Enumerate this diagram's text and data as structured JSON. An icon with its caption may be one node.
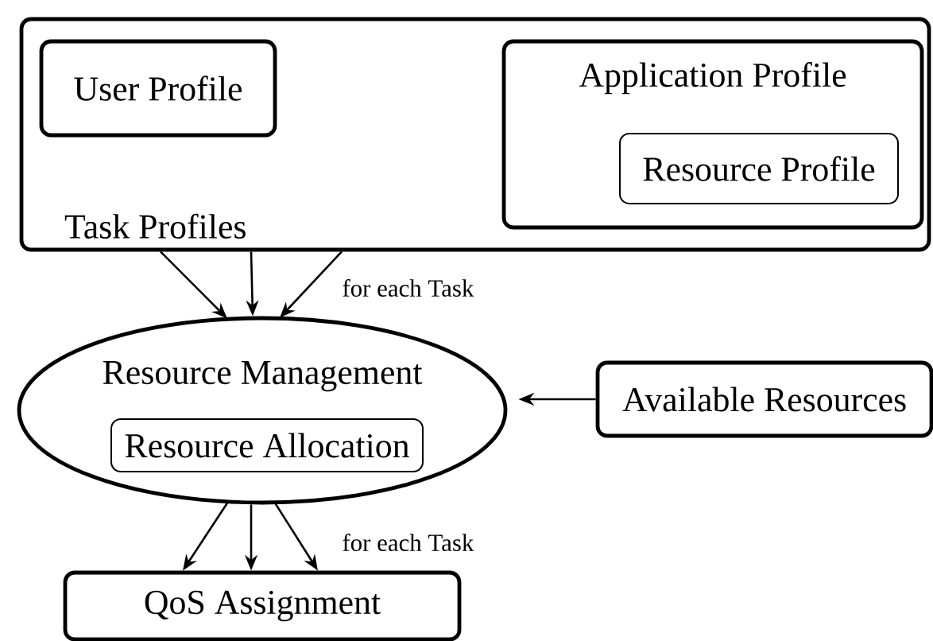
{
  "diagram": {
    "nodes": [
      {
        "text": [
          "Task Profiles"
        ]
      },
      {
        "text": [
          "User Profile"
        ],
        "in": 0
      },
      {
        "text": [
          "Application Profile"
        ],
        "in": 0
      },
      {
        "text": [
          "Resource Profile"
        ],
        "in": 2
      },
      {
        "text": [
          "Resource Management"
        ]
      },
      {
        "text": [
          "Resource Allocation"
        ],
        "in": 4
      },
      {
        "text": [
          "Available Resources"
        ]
      },
      {
        "text": [
          "QoS Assignment"
        ]
      }
    ],
    "edges": [
      {
        "from": 0,
        "to": 4,
        "arrow": "to"
      },
      {
        "from": 0,
        "to": 4,
        "arrow": "to"
      },
      {
        "from": 0,
        "to": 4,
        "arrow": "to",
        "label": "for each Task"
      },
      {
        "from": 6,
        "to": 4,
        "arrow": "to"
      },
      {
        "from": 4,
        "to": 7,
        "arrow": "to"
      },
      {
        "from": 4,
        "to": 7,
        "arrow": "to"
      },
      {
        "from": 4,
        "to": 7,
        "arrow": "to",
        "label": "for each Task"
      }
    ]
  }
}
